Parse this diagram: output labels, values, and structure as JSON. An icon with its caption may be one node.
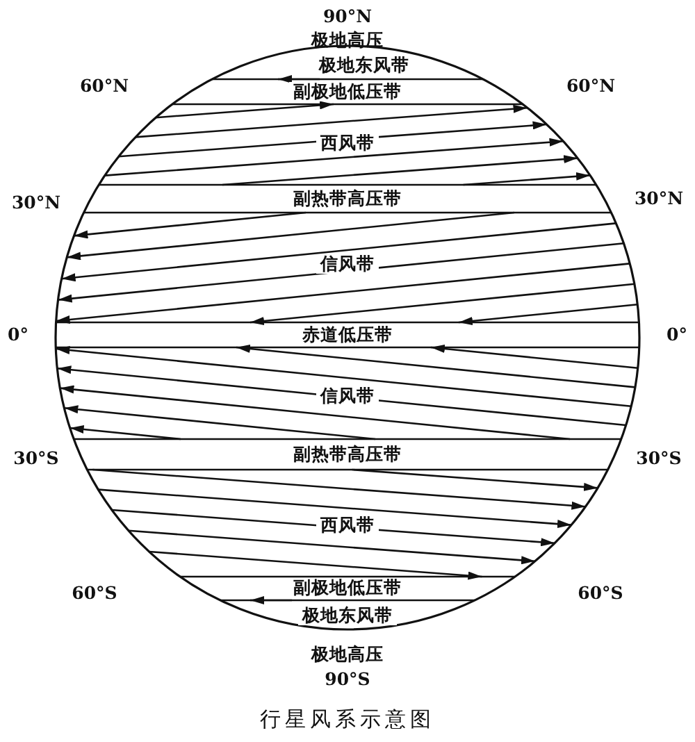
{
  "diagram": {
    "caption": "行星风系示意图",
    "labels": [
      "90°N",
      "极地高压",
      "极地东风带",
      "60°N",
      "副极地低压带",
      "60°N",
      "西风带",
      "30°N",
      "副热带高压带",
      "30°N",
      "信风带",
      "0°",
      "赤道低压带",
      "0°",
      "信风带",
      "30°S",
      "副热带高压带",
      "30°S",
      "西风带",
      "60°S",
      "副极地低压带",
      "60°S",
      "极地东风带",
      "极地高压",
      "90°S"
    ]
  }
}
